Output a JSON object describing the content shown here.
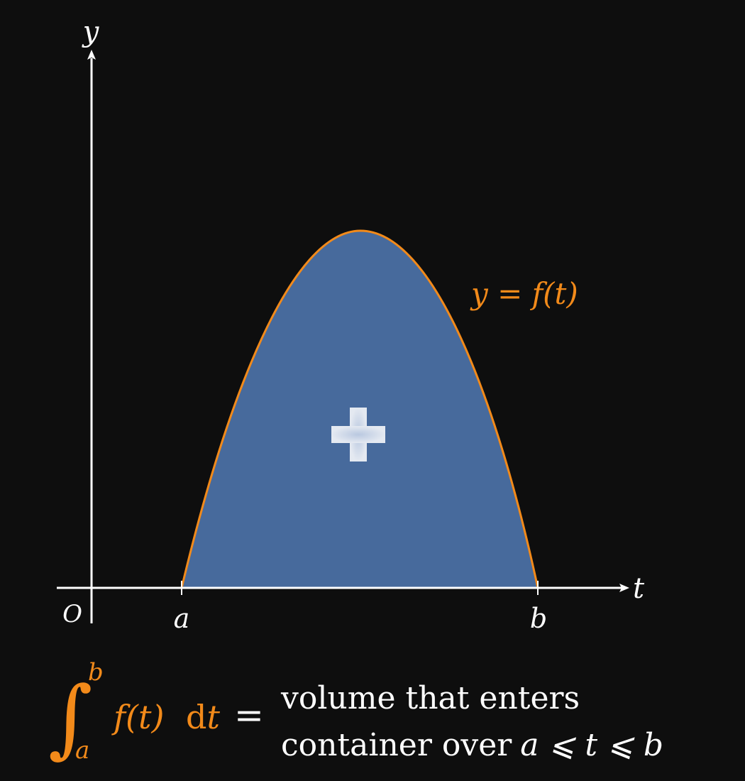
{
  "colors": {
    "background": "#0e0e0e",
    "axis": "#ffffff",
    "curve": "#f28a1a",
    "fill": "#476a9c",
    "label_accent": "#f28a1a",
    "text": "#ffffff"
  },
  "axes": {
    "y_label": "y",
    "x_label": "t",
    "origin_label": "O",
    "tick_a_label": "a",
    "tick_b_label": "b"
  },
  "curve": {
    "label": "y = f(t)",
    "shape": "parabola-like bump between a and b"
  },
  "plus_icon": "plus-icon",
  "formula": {
    "integral_sign": "∫",
    "upper_limit": "b",
    "lower_limit": "a",
    "integrand": "f(t)",
    "differential_d": "d",
    "differential_var": "t",
    "equals": "=",
    "rhs_line1": "volume that enters",
    "rhs_line2_text": "container over",
    "rhs_line2_math": "a ⩽ t ⩽ b"
  }
}
